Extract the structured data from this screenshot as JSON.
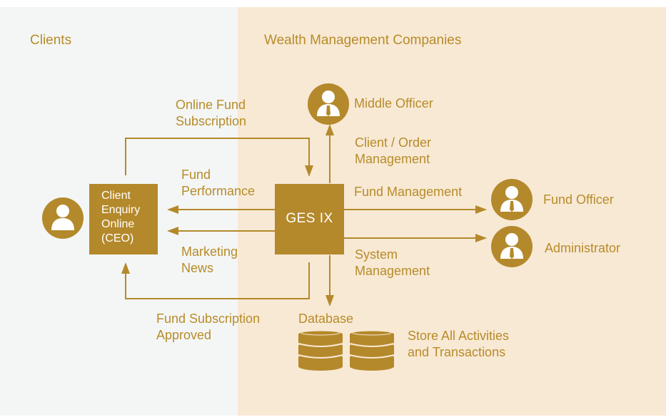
{
  "sections": {
    "clients": "Clients",
    "wealth": "Wealth Management Companies"
  },
  "nodes": {
    "ceo": "Client\nEnquiry\nOnline\n(CEO)",
    "ges": "GES IX"
  },
  "roles": {
    "middle_officer": "Middle Officer",
    "fund_officer": "Fund Officer",
    "administrator": "Administrator"
  },
  "flows": {
    "online_fund_subscription": "Online Fund\nSubscription",
    "fund_performance": "Fund\nPerformance",
    "marketing_news": "Marketing\nNews",
    "fund_subscription_approved": "Fund Subscription\nApproved",
    "client_order_management": "Client / Order\nManagement",
    "fund_management": "Fund Management",
    "system_management": "System\nManagement"
  },
  "database": {
    "label": "Database",
    "note": "Store All Activities\nand Transactions"
  },
  "colors": {
    "accent": "#b4892b",
    "text": "#b78b2a",
    "left_bg": "#f4f6f5",
    "right_bg": "#f8e9d4"
  }
}
